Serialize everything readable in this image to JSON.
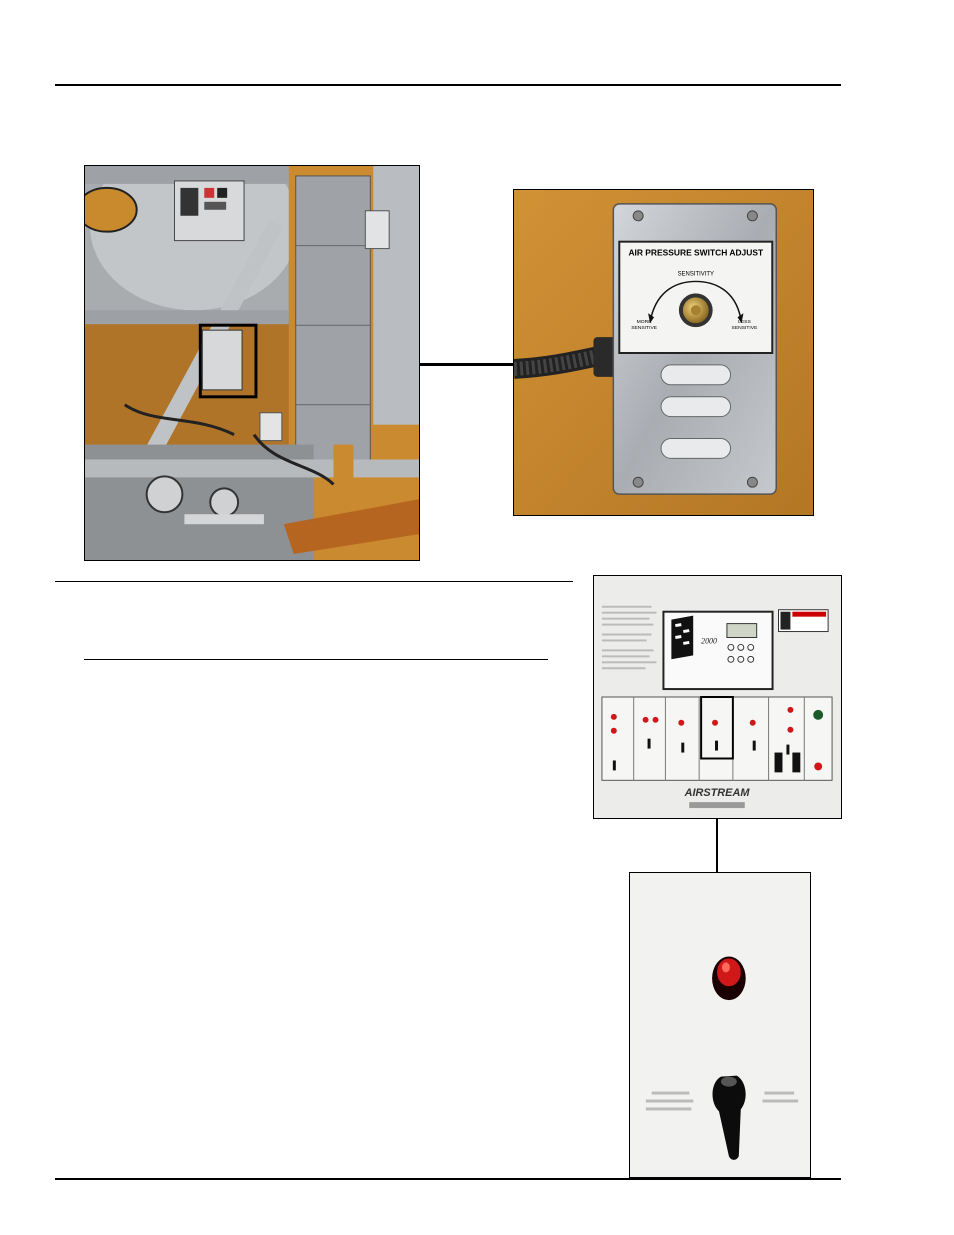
{
  "figures": {
    "switch_cover": {
      "title": "AIR PRESSURE SWITCH ADJUST",
      "sensitivity": "SENSITIVITY",
      "more_line1": "MORE",
      "more_line2": "SENSITIVE",
      "less_line1": "LESS",
      "less_line2": "SENSITIVE"
    },
    "control_panel": {
      "brand": "AIRSTREAM",
      "series": "2000"
    }
  },
  "colors": {
    "dryer_orange": "#c8862a",
    "panel_white": "#f0f0ee",
    "indicator_red": "#d01818",
    "metal": "#b9bcc0"
  }
}
